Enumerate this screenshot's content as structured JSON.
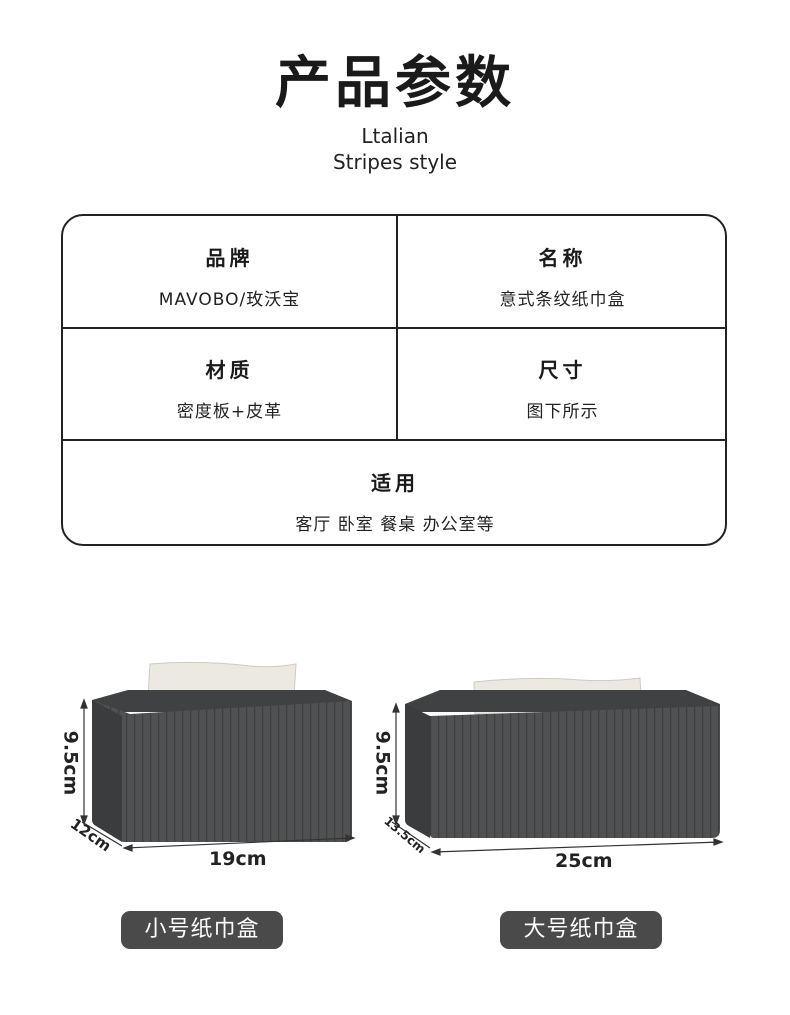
{
  "header": {
    "title": "产品参数",
    "subtitle_line1": "Ltalian",
    "subtitle_line2": "Stripes style"
  },
  "specs": {
    "brand": {
      "label": "品牌",
      "value": "MAVOBO/玫沃宝"
    },
    "name": {
      "label": "名称",
      "value": "意式条纹纸巾盒"
    },
    "material": {
      "label": "材质",
      "value": "密度板+皮革"
    },
    "size": {
      "label": "尺寸",
      "value": "图下所示"
    },
    "usage": {
      "label": "适用",
      "value": "客厅 卧室 餐桌 办公室等"
    }
  },
  "products": {
    "small": {
      "height": "9.5cm",
      "depth": "12cm",
      "width": "19cm",
      "label": "小号纸巾盒"
    },
    "large": {
      "height": "9.5cm",
      "depth": "13.5cm",
      "width": "25cm",
      "label": "大号纸巾盒"
    }
  },
  "colors": {
    "box_front": "#4f5152",
    "box_top": "#3f4142",
    "tissue": "#ece9e3",
    "pill_bg": "#4a4a4a"
  }
}
